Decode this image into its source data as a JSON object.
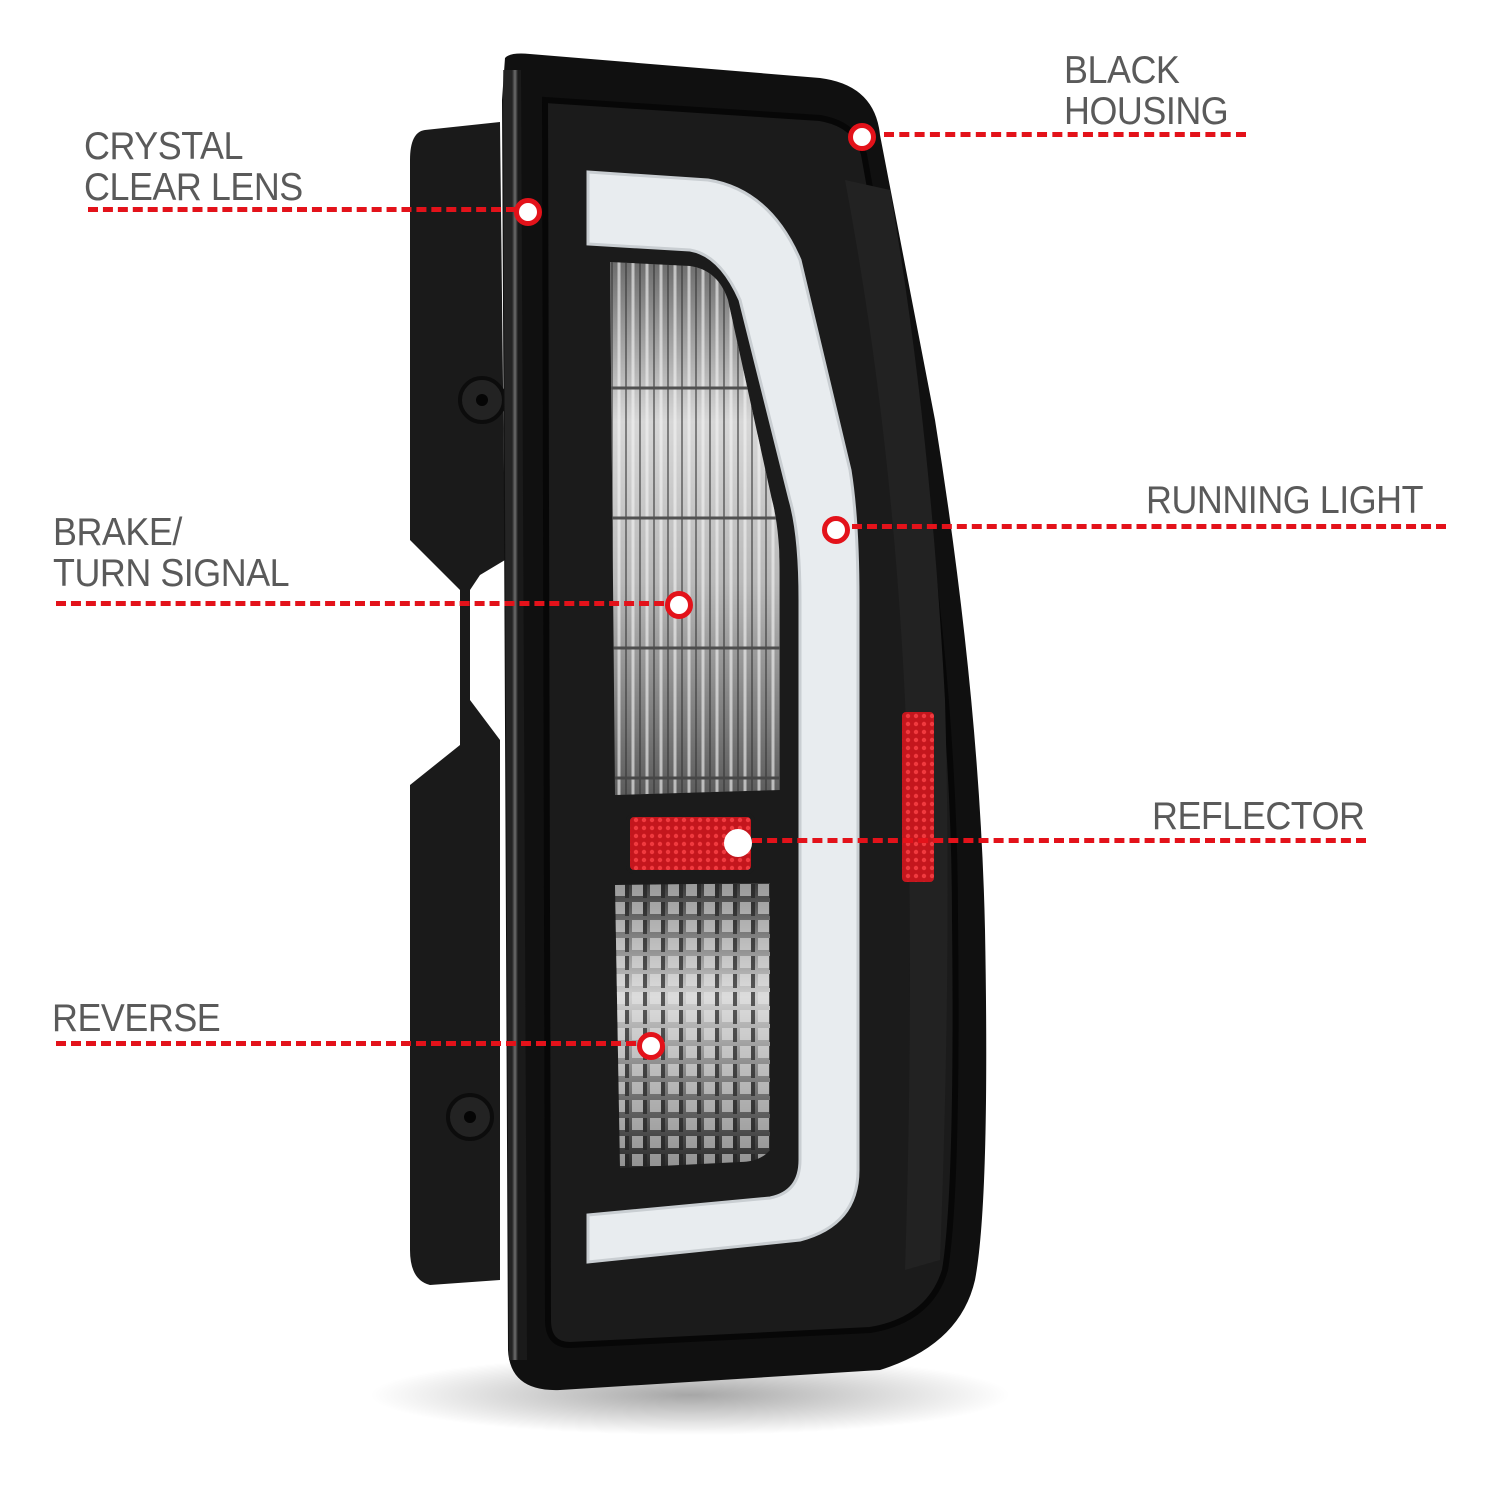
{
  "diagram": {
    "subject": "LED tail light assembly",
    "colors": {
      "callout_red": "#e3121a",
      "label_gray": "#5a5a5a",
      "housing_black": "#111111",
      "light_bar_white": "#e8ecef",
      "reflector_red": "#d81c22"
    },
    "callouts": [
      {
        "id": "crystal-clear-lens",
        "label": "CRYSTAL\nCLEAR LENS",
        "side": "left"
      },
      {
        "id": "black-housing",
        "label": "BLACK\nHOUSING",
        "side": "right"
      },
      {
        "id": "brake-turn-signal",
        "label": "BRAKE/\nTURN SIGNAL",
        "side": "left"
      },
      {
        "id": "running-light",
        "label": "RUNNING LIGHT",
        "side": "right"
      },
      {
        "id": "reflector",
        "label": "REFLECTOR",
        "side": "right"
      },
      {
        "id": "reverse",
        "label": "REVERSE",
        "side": "left"
      }
    ]
  }
}
